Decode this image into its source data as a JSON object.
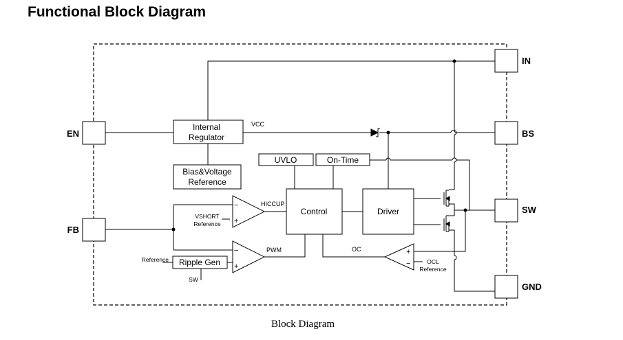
{
  "title": "Functional Block Diagram",
  "caption": "Block Diagram",
  "pins": {
    "in": "IN",
    "bs": "BS",
    "sw": "SW",
    "gnd": "GND",
    "en": "EN",
    "fb": "FB"
  },
  "blocks": {
    "internal_regulator": [
      "Internal",
      "Regulator"
    ],
    "bias_reference": [
      "Bias&Voltage",
      "Reference"
    ],
    "uvlo": "UVLO",
    "on_time": "On-Time",
    "control": "Control",
    "driver": "Driver",
    "ripple_gen": "Ripple Gen"
  },
  "signals": {
    "vcc": "VCC",
    "hiccup": "HICCUP",
    "pwm": "PWM",
    "oc": "OC",
    "vshort_reference": [
      "VSHORT",
      "Reference"
    ],
    "ocl_reference": [
      "OCL",
      "Reference"
    ],
    "reference": "Reference",
    "sw_input": "SW"
  },
  "comparator_signs": {
    "minus": "−",
    "plus": "+"
  }
}
